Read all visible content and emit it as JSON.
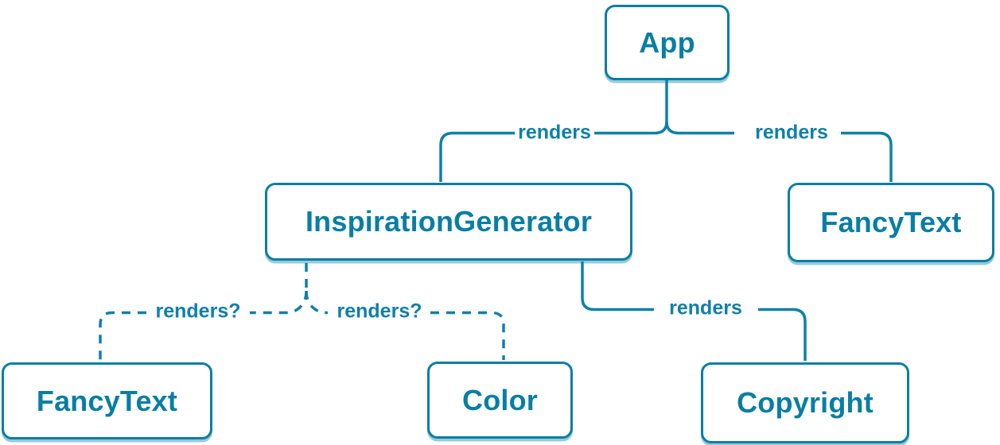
{
  "colors": {
    "accent": "#087ea4",
    "line": "#0f80a8",
    "node_background": "#ffffff",
    "canvas_background": "#ffffff"
  },
  "nodes": [
    {
      "id": "app",
      "label": "App"
    },
    {
      "id": "inspiration-generator",
      "label": "InspirationGenerator"
    },
    {
      "id": "fancy-text-top",
      "label": "FancyText"
    },
    {
      "id": "fancy-text-bottom",
      "label": "FancyText"
    },
    {
      "id": "color",
      "label": "Color"
    },
    {
      "id": "copyright",
      "label": "Copyright"
    }
  ],
  "edges": [
    {
      "from": "App",
      "to": "InspirationGenerator",
      "label": "renders",
      "style": "solid"
    },
    {
      "from": "App",
      "to": "FancyText",
      "label": "renders",
      "style": "solid"
    },
    {
      "from": "InspirationGenerator",
      "to": "FancyText",
      "label": "renders?",
      "style": "dashed"
    },
    {
      "from": "InspirationGenerator",
      "to": "Color",
      "label": "renders?",
      "style": "dashed"
    },
    {
      "from": "InspirationGenerator",
      "to": "Copyright",
      "label": "renders",
      "style": "solid"
    }
  ]
}
